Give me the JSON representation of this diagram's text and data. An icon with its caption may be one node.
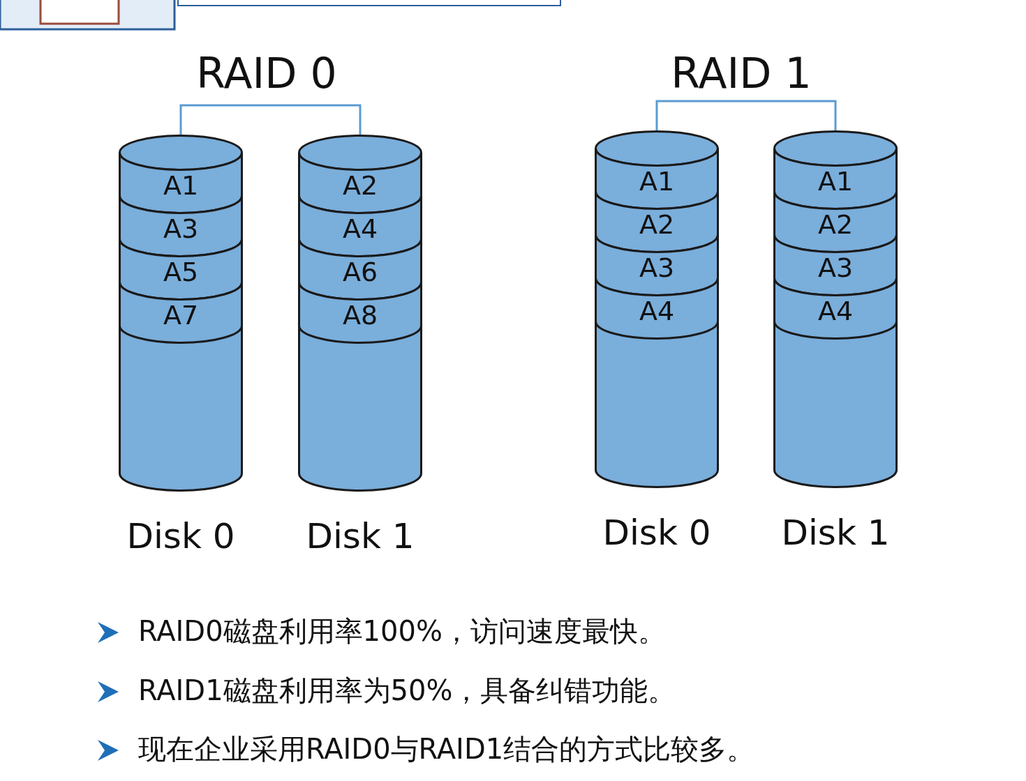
{
  "diagram": {
    "nodes": [
      {
        "text": [
          "Disk 0"
        ]
      },
      {
        "text": [
          "A1"
        ],
        "in": 0
      },
      {
        "text": [
          "A3"
        ],
        "in": 0
      },
      {
        "text": [
          "A5"
        ],
        "in": 0
      },
      {
        "text": [
          "A7"
        ],
        "in": 0
      },
      {
        "text": [
          "Disk 1"
        ]
      },
      {
        "text": [
          "A2"
        ],
        "in": 5
      },
      {
        "text": [
          "A4"
        ],
        "in": 5
      },
      {
        "text": [
          "A6"
        ],
        "in": 5
      },
      {
        "text": [
          "A8"
        ],
        "in": 5
      },
      {
        "text": [
          "Disk 0"
        ]
      },
      {
        "text": [
          "A1"
        ],
        "in": 10
      },
      {
        "text": [
          "A2"
        ],
        "in": 10
      },
      {
        "text": [
          "A3"
        ],
        "in": 10
      },
      {
        "text": [
          "A4"
        ],
        "in": 10
      },
      {
        "text": [
          "Disk 1"
        ]
      },
      {
        "text": [
          "A1"
        ],
        "in": 15
      },
      {
        "text": [
          "A2"
        ],
        "in": 15
      },
      {
        "text": [
          "A3"
        ],
        "in": 15
      },
      {
        "text": [
          "A4"
        ],
        "in": 15
      }
    ],
    "edges": [
      {
        "from": 0,
        "to": 5,
        "arrow": "none"
      },
      {
        "from": 10,
        "to": 15,
        "arrow": "none"
      }
    ],
    "labels": [
      "RAID 0",
      "RAID 1",
      "RAID0磁盘利用率100%，访问速度最快。",
      "RAID1磁盘利用率为50%，具备纠错功能。",
      "现在企业采用RAID0与RAID1结合的方式比较多。"
    ]
  }
}
